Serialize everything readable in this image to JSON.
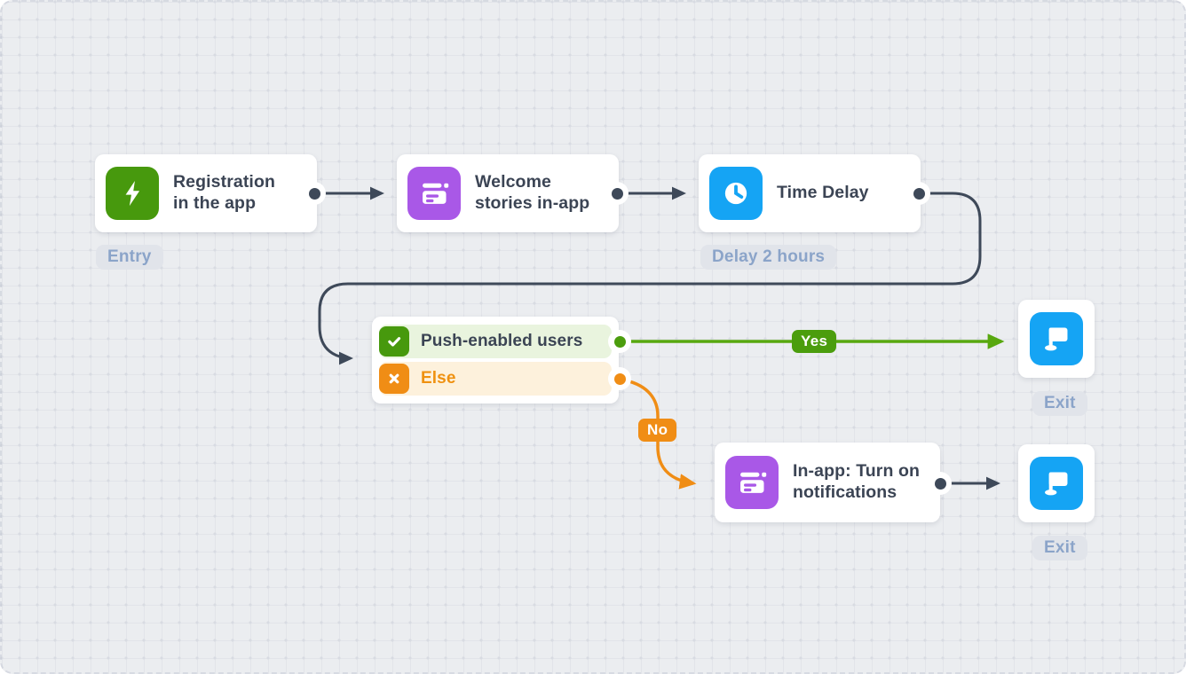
{
  "flow": {
    "nodes": {
      "registration": {
        "title": "Registration in the app",
        "badge": "Entry",
        "icon": "lightning-icon"
      },
      "welcome": {
        "title": "Welcome stories in-app",
        "icon": "inapp-message-icon"
      },
      "delay": {
        "title": "Time Delay",
        "badge": "Delay 2 hours",
        "icon": "clock-icon"
      },
      "condition": {
        "branch_yes": "Push-enabled users",
        "branch_else": "Else",
        "yes_icon": "checkmark-icon",
        "else_icon": "x-icon"
      },
      "exit1": {
        "badge": "Exit",
        "icon": "flag-icon"
      },
      "inapp": {
        "title": "In-app: Turn on notifications",
        "icon": "inapp-message-icon"
      },
      "exit2": {
        "badge": "Exit",
        "icon": "flag-icon"
      }
    },
    "edges": {
      "yes_label": "Yes",
      "no_label": "No"
    },
    "colors": {
      "green": "#47990d",
      "purple": "#a958e7",
      "blue": "#15a4f4",
      "orange": "#f08d15",
      "slate": "#3e4959",
      "accent_green_line": "#58a80f",
      "canvas_bg": "#ebedf0",
      "caption_text": "#8ba4c9",
      "title_text": "#3b4454"
    }
  }
}
